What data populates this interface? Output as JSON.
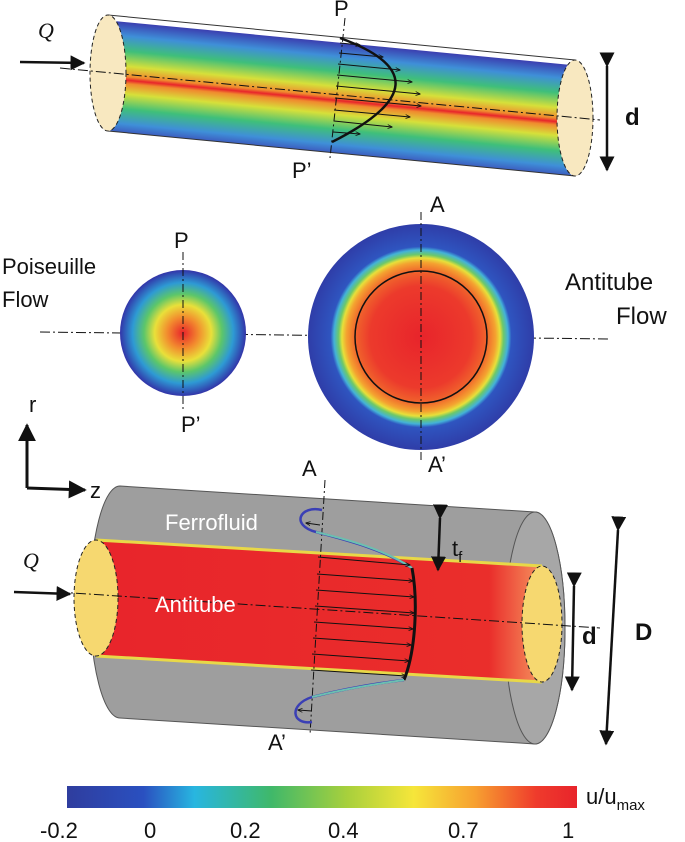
{
  "top_tube": {
    "inlet_label": "Q",
    "cut_top": "P",
    "cut_bottom": "P’",
    "diameter": "d"
  },
  "cross_sections": {
    "poiseuille_label_line1": "Poiseuille",
    "poiseuille_label_line2": "Flow",
    "poiseuille_top": "P",
    "poiseuille_bottom": "P’",
    "antitube_label_line1": "Antitube",
    "antitube_label_line2": "Flow",
    "antitube_top": "A",
    "antitube_bottom": "A’"
  },
  "axes": {
    "vertical": "r",
    "horizontal": "z"
  },
  "bottom_tube": {
    "inlet_label": "Q",
    "ferrofluid": "Ferrofluid",
    "antitube": "Antitube",
    "cut_top": "A",
    "cut_bottom": "A’",
    "thickness": "t",
    "thickness_sub": "f",
    "inner_diameter": "d",
    "outer_diameter": "D"
  },
  "colorbar": {
    "label": "u/u",
    "label_sub": "max",
    "ticks": [
      "-0.2",
      "0",
      "0.2",
      "0.4",
      "0.7",
      "1"
    ],
    "colors": [
      "#2f3d9e",
      "#2a5fc8",
      "#28b6e0",
      "#3fb86a",
      "#b9d43a",
      "#f6e63a",
      "#f7a030",
      "#ef3b2c",
      "#e8242b"
    ]
  }
}
